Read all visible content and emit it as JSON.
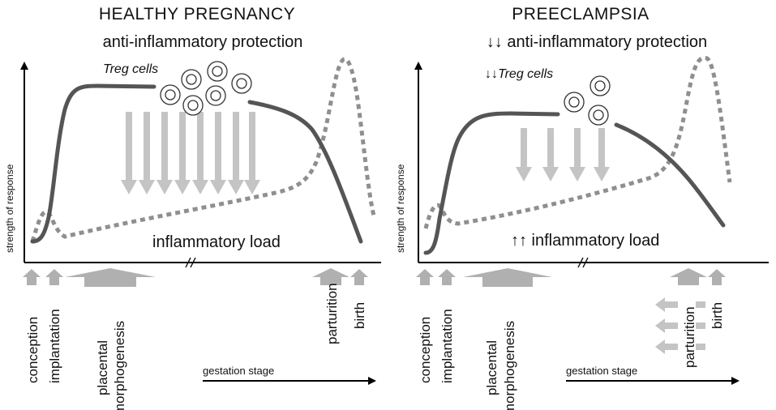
{
  "panels": [
    {
      "title": "HEALTHY PREGNANCY",
      "top_label": "anti-inflammatory protection",
      "treg_label": "Treg cells",
      "y_label": "strength of response",
      "bottom_label": "inflammatory load",
      "x_label": "gestation stage",
      "stages": [
        "conception",
        "implantation",
        "placental",
        "morphogenesis",
        "parturition",
        "birth"
      ]
    },
    {
      "title": "PREECLAMPSIA",
      "top_label": "↓↓ anti-inflammatory protection",
      "treg_label": "↓↓Treg cells",
      "y_label": "strength of response",
      "bottom_label": "↑↑ inflammatory load",
      "x_label": "gestation stage",
      "stages": [
        "conception",
        "implantation",
        "placental",
        "morphogenesis",
        "parturition",
        "birth"
      ]
    }
  ],
  "colors": {
    "protection_curve": "#555555",
    "inflammation_curve": "#8f8f8f",
    "suppression_arrows": "#c4c4c4",
    "stage_arrows": "#b0b0b0"
  }
}
